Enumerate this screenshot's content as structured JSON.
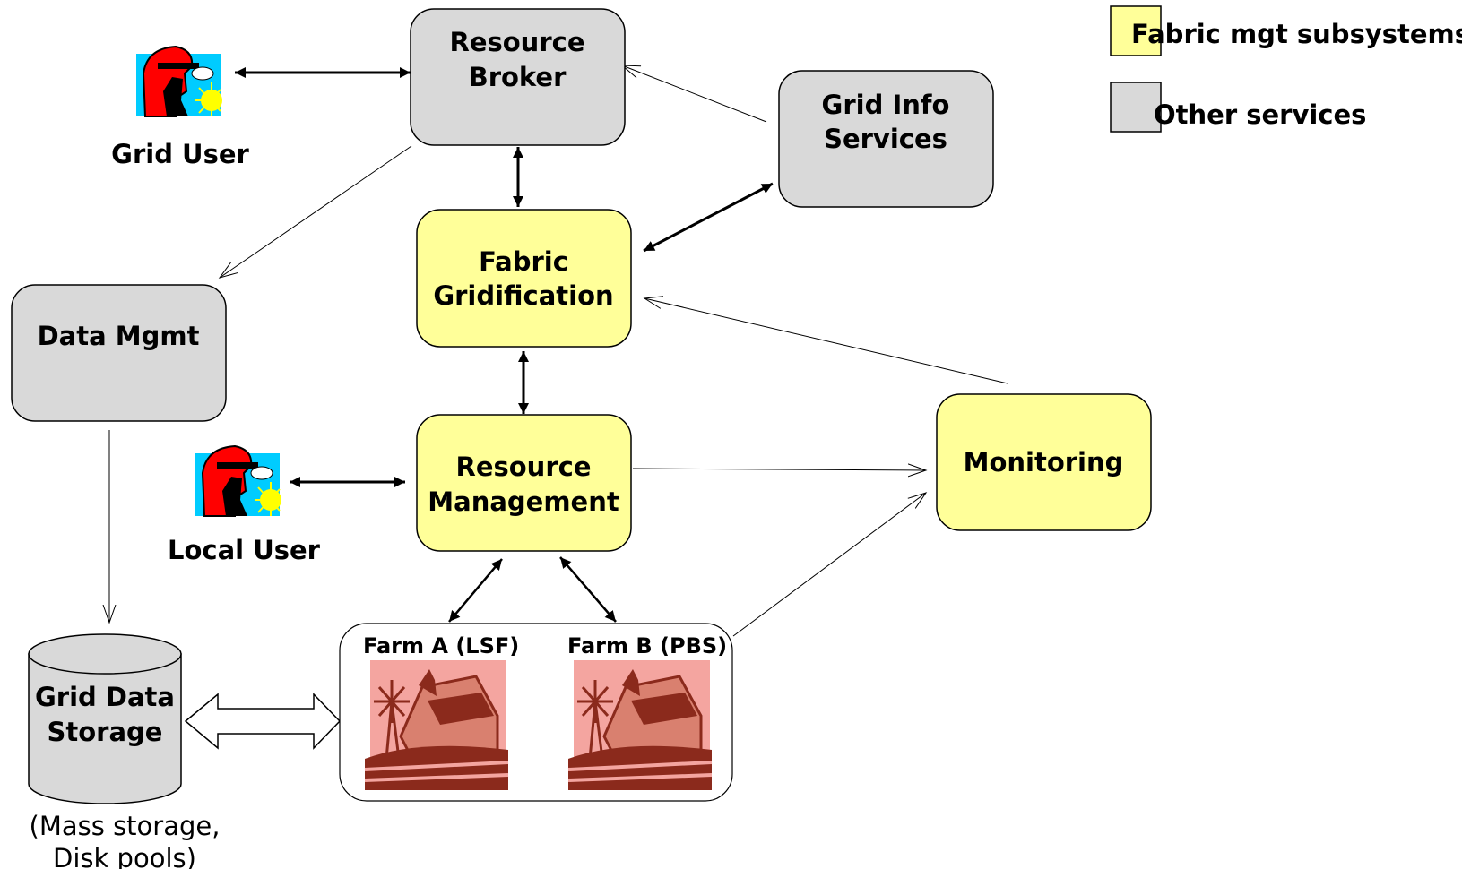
{
  "legend": {
    "fabric_label": "Fabric mgt subsystems",
    "other_label": "Other services"
  },
  "nodes": {
    "resource_broker": [
      "Resource",
      "Broker"
    ],
    "grid_info_services": [
      "Grid Info",
      "Services"
    ],
    "fabric_gridification": [
      "Fabric",
      "Gridification"
    ],
    "data_mgmt": [
      "Data Mgmt"
    ],
    "resource_management": [
      "Resource",
      "Management"
    ],
    "monitoring": [
      "Monitoring"
    ],
    "grid_data_storage": [
      "Grid Data",
      "Storage"
    ]
  },
  "users": {
    "grid_user": "Grid User",
    "local_user": "Local User"
  },
  "farms": {
    "farm_a": "Farm A (LSF)",
    "farm_b": "Farm B (PBS)"
  },
  "storage_note": [
    "(Mass storage,",
    "Disk pools)"
  ],
  "colors": {
    "fabric_fill": "#ffff99",
    "other_fill": "#d9d9d9",
    "stroke": "#000000",
    "farm_bg": "#f4a5a0",
    "farm_dark": "#8b2a1c",
    "user_bg": "#00ccff",
    "user_red": "#ff0000",
    "user_sun": "#ffff00"
  }
}
